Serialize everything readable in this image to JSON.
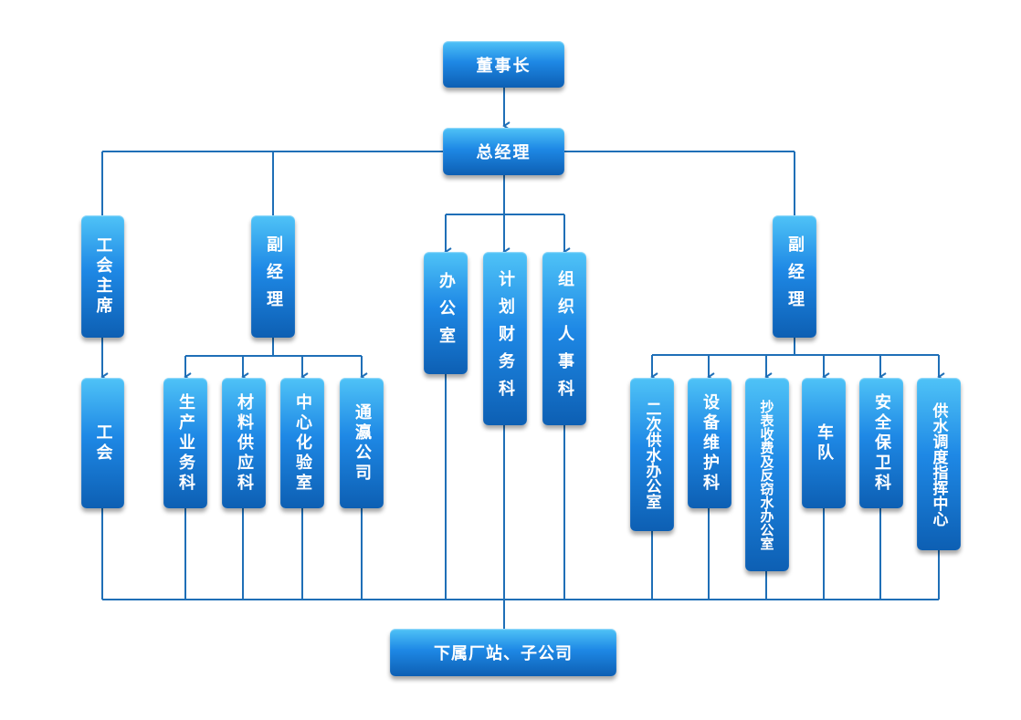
{
  "nodes": {
    "chairman": "董事长",
    "gm": "总经理",
    "union_chair": "工会主席",
    "vice_gm_left": "副经理",
    "office": "办公室",
    "finance": "计划财务科",
    "hr": "组织人事科",
    "vice_gm_right": "副经理",
    "union": "工会",
    "production": "生产业务科",
    "materials": "材料供应科",
    "lab": "中心化验室",
    "tongying": "通瀛公司",
    "secondary_supply": "二次供水办公室",
    "equipment": "设备维护科",
    "meter_reading": "抄表收费及反窃水办公室",
    "fleet": "车队",
    "security": "安全保卫科",
    "dispatch": "供水调度指挥中心",
    "subsidiaries": "下属厂站、子公司"
  },
  "colors": {
    "line": "#1f6fb7",
    "box_top": "#4fc3f7",
    "box_bottom": "#0d5fb3",
    "text": "#ffffff"
  }
}
